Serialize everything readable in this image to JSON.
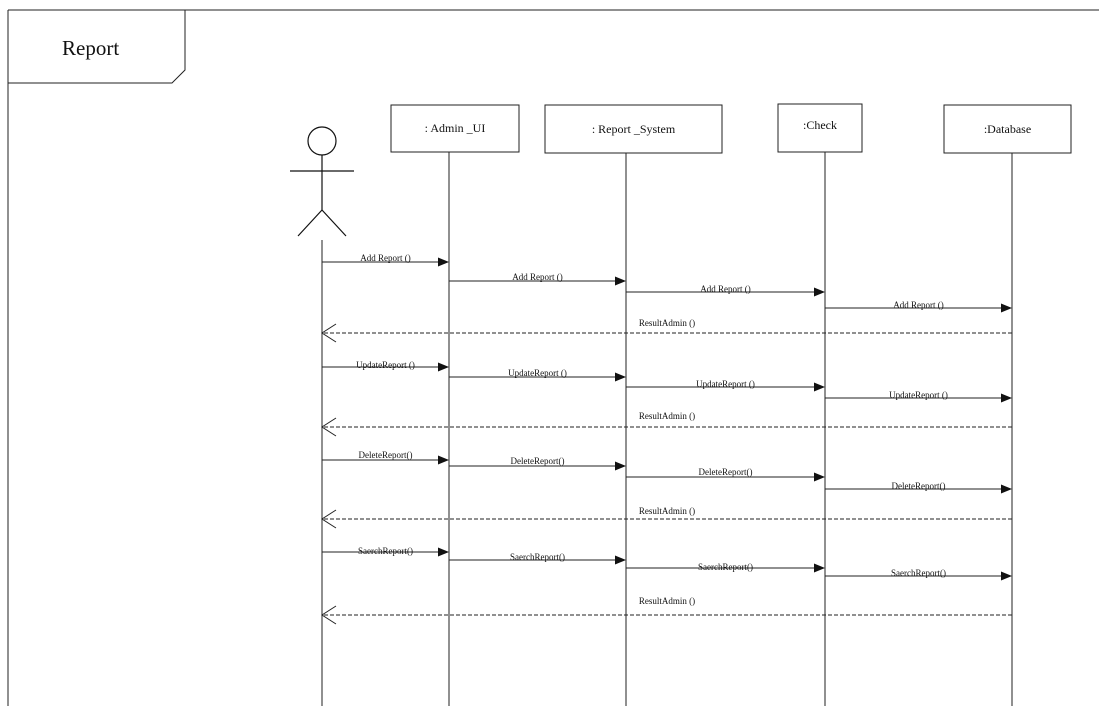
{
  "frame": {
    "title": "Report"
  },
  "lifelines": [
    {
      "id": "actor",
      "label": ""
    },
    {
      "id": "admin_ui",
      "label": ": Admin _UI"
    },
    {
      "id": "report_system",
      "label": ": Report _System"
    },
    {
      "id": "check",
      "label": ":Check"
    },
    {
      "id": "database",
      "label": ":Database"
    }
  ],
  "messages": [
    {
      "from": "actor",
      "to": "admin_ui",
      "label": "Add Report ()",
      "kind": "sync"
    },
    {
      "from": "admin_ui",
      "to": "report_system",
      "label": "Add Report ()",
      "kind": "sync"
    },
    {
      "from": "report_system",
      "to": "check",
      "label": "Add Report ()",
      "kind": "sync"
    },
    {
      "from": "check",
      "to": "database",
      "label": "Add Report ()",
      "kind": "sync"
    },
    {
      "from": "database",
      "to": "actor",
      "label": "ResultAdmin ()",
      "kind": "return"
    },
    {
      "from": "actor",
      "to": "admin_ui",
      "label": "UpdateReport ()",
      "kind": "sync"
    },
    {
      "from": "admin_ui",
      "to": "report_system",
      "label": "UpdateReport ()",
      "kind": "sync"
    },
    {
      "from": "report_system",
      "to": "check",
      "label": "UpdateReport ()",
      "kind": "sync"
    },
    {
      "from": "check",
      "to": "database",
      "label": "UpdateReport ()",
      "kind": "sync"
    },
    {
      "from": "database",
      "to": "actor",
      "label": "ResultAdmin ()",
      "kind": "return"
    },
    {
      "from": "actor",
      "to": "admin_ui",
      "label": "DeleteReport()",
      "kind": "sync"
    },
    {
      "from": "admin_ui",
      "to": "report_system",
      "label": "DeleteReport()",
      "kind": "sync"
    },
    {
      "from": "report_system",
      "to": "check",
      "label": "DeleteReport()",
      "kind": "sync"
    },
    {
      "from": "check",
      "to": "database",
      "label": "DeleteReport()",
      "kind": "sync"
    },
    {
      "from": "database",
      "to": "actor",
      "label": "ResultAdmin ()",
      "kind": "return"
    },
    {
      "from": "actor",
      "to": "admin_ui",
      "label": "SaerchReport()",
      "kind": "sync"
    },
    {
      "from": "admin_ui",
      "to": "report_system",
      "label": "SaerchReport()",
      "kind": "sync"
    },
    {
      "from": "report_system",
      "to": "check",
      "label": "SaerchReport()",
      "kind": "sync"
    },
    {
      "from": "check",
      "to": "database",
      "label": "SaerchReport()",
      "kind": "sync"
    },
    {
      "from": "database",
      "to": "actor",
      "label": "ResultAdmin ()",
      "kind": "return"
    }
  ]
}
